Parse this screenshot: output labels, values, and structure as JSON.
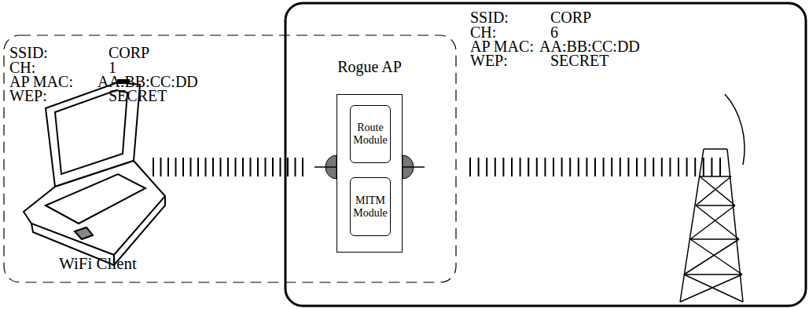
{
  "diagram": {
    "nodes": [
      {
        "text": [
          "Rogue AP"
        ]
      },
      {
        "text": [
          "Route Module"
        ],
        "in": 0
      },
      {
        "text": [
          "MITM Module"
        ],
        "in": 0
      }
    ],
    "edges": [
      {
        "from": 1,
        "to": 2,
        "arrow": "none"
      }
    ],
    "labels": [
      "SSID:",
      "CORP",
      "CH:",
      "1",
      "AP MAC:",
      "AA:BB:CC:DD",
      "WEP:",
      "SECRET",
      "SSID:",
      "CORP",
      "CH:",
      "6",
      "AP MAC:",
      "AA:BB:CC:DD",
      "WEP:",
      "SECRET",
      "WiFi Client"
    ]
  }
}
